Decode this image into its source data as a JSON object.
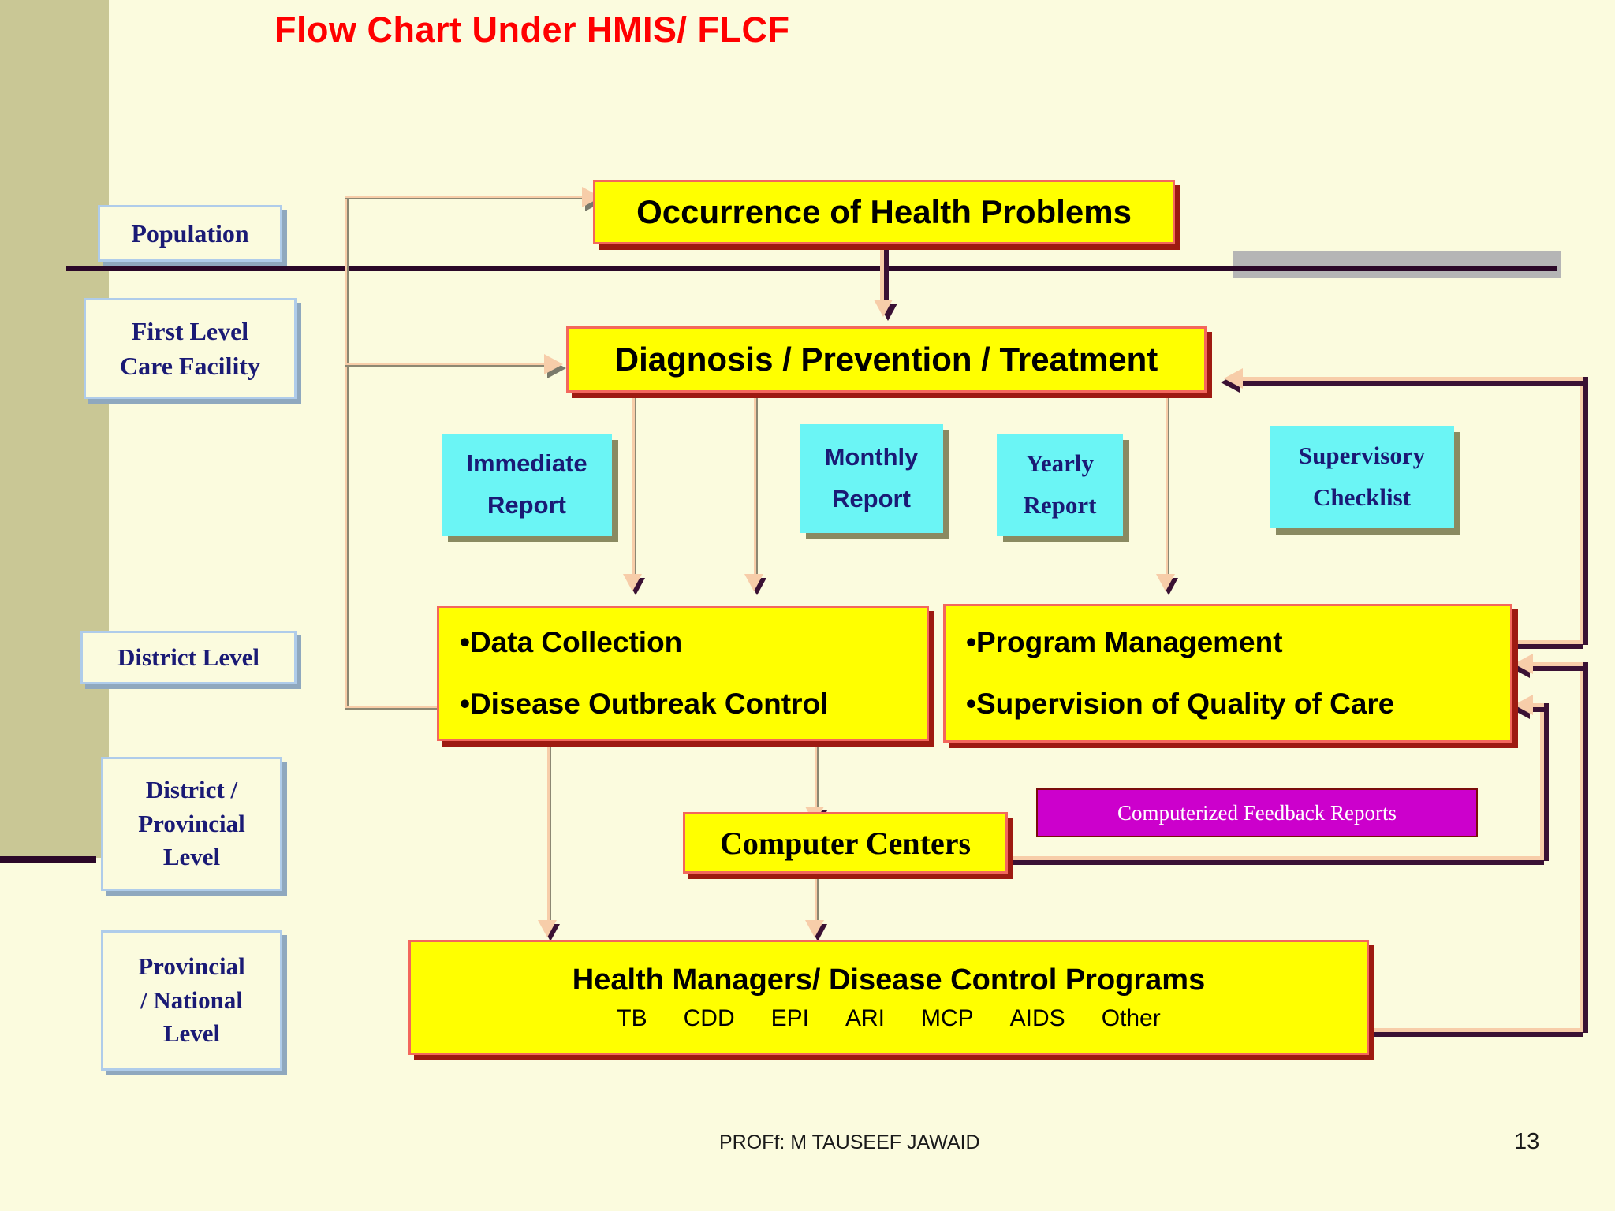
{
  "title": "Flow Chart Under HMIS/ FLCF",
  "levels": [
    {
      "id": "population",
      "lines": [
        "Population"
      ]
    },
    {
      "id": "flcf",
      "lines": [
        "First Level",
        "Care Facility"
      ]
    },
    {
      "id": "district",
      "lines": [
        "District Level"
      ]
    },
    {
      "id": "dist-prov",
      "lines": [
        "District /",
        "Provincial",
        "Level"
      ]
    },
    {
      "id": "prov-nat",
      "lines": [
        "Provincial",
        "/ National",
        "Level"
      ]
    }
  ],
  "process": {
    "occurrence": "Occurrence of Health Problems",
    "diagnosis": "Diagnosis / Prevention / Treatment",
    "data_collection_line1": "•Data Collection",
    "data_collection_line2": "•Disease Outbreak Control",
    "program_mgmt_line1": "•Program Management",
    "program_mgmt_line2": "•Supervision of Quality of Care",
    "computer_centers": "Computer Centers",
    "health_managers": "Health Managers/ Disease Control Programs"
  },
  "programs": [
    "TB",
    "CDD",
    "EPI",
    "ARI",
    "MCP",
    "AIDS",
    "Other"
  ],
  "reports": [
    {
      "id": "immediate",
      "line1": "Immediate",
      "line2": "Report"
    },
    {
      "id": "monthly",
      "line1": "Monthly",
      "line2": "Report"
    },
    {
      "id": "yearly",
      "line1": "Yearly",
      "line2": "Report"
    },
    {
      "id": "supervisory",
      "line1": "Supervisory",
      "line2": "Checklist"
    }
  ],
  "feedback_note": "Computerized Feedback Reports",
  "footer": {
    "author": "PROFf: M TAUSEEF JAWAID",
    "page": "13"
  },
  "colors": {
    "background": "#FBFBDE",
    "olive": "#C9C795",
    "title_red": "#FF0000",
    "yellow": "#FFFF00",
    "yellow_border": "#F3675C",
    "yellow_shadow": "#9E1A11",
    "cyan": "#6BF5F5",
    "navy": "#1A1A75",
    "magenta": "#CC00CC",
    "connector": "#F7CDA9",
    "connector_dark": "#3A1134"
  }
}
